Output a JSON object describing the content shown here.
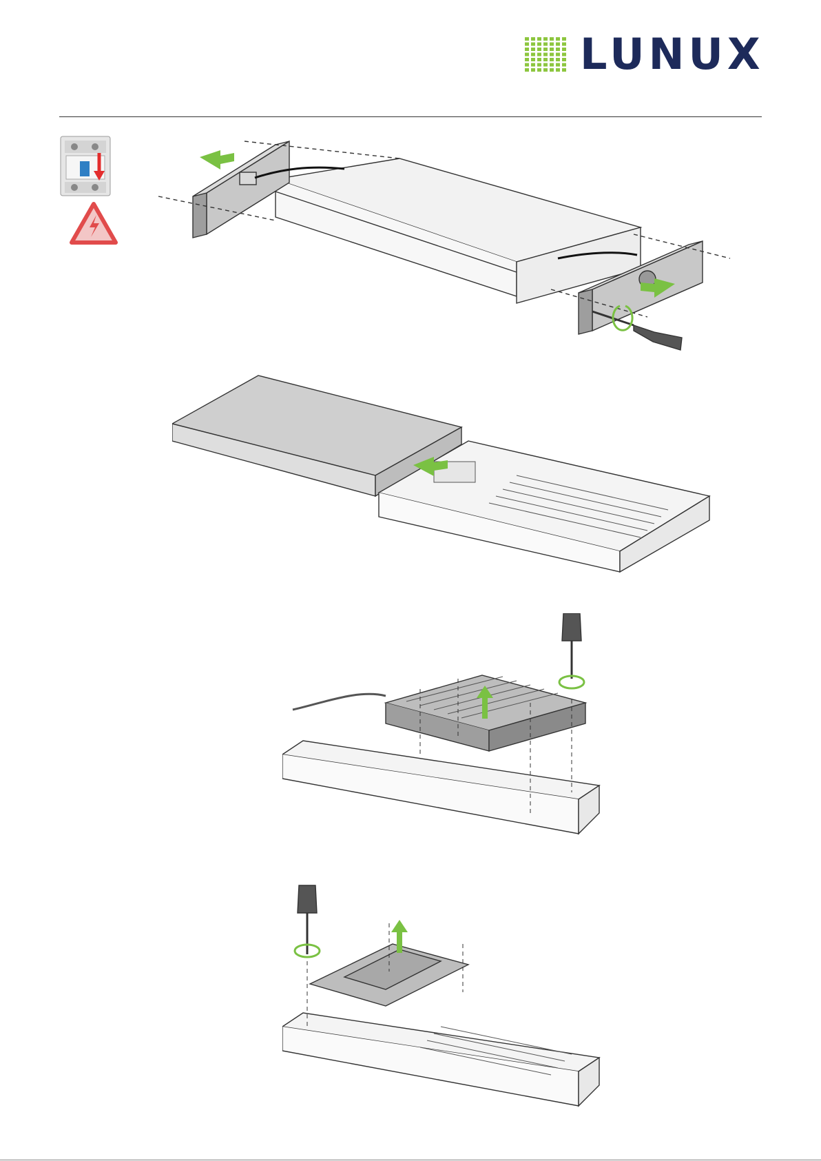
{
  "brand": {
    "name": "LUNUX",
    "text_color": "#1d2a5a",
    "dot_color": "#8dc63f"
  },
  "colors": {
    "arrow": "#7ac143",
    "warning_red": "#e14b4b",
    "line": "#333333",
    "panel": "#bdbdbd"
  },
  "icons": [
    "circuit-breaker-off-icon",
    "electric-hazard-warning-icon"
  ],
  "steps": [
    {
      "name": "remove-end-caps"
    },
    {
      "name": "slide-off-cover"
    },
    {
      "name": "unscrew-led-module"
    },
    {
      "name": "unscrew-driver-plate"
    }
  ]
}
